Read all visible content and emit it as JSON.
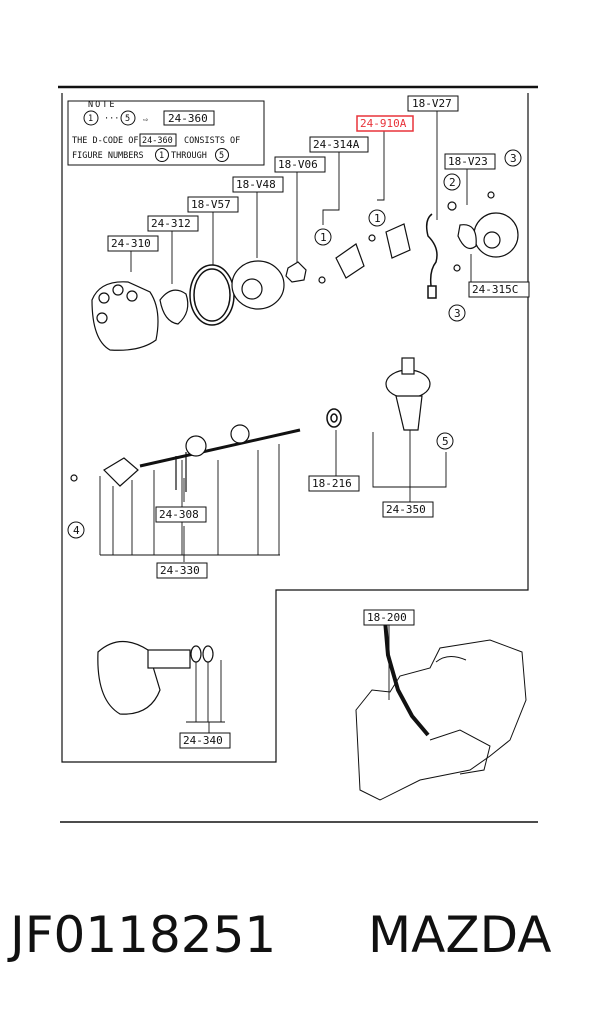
{
  "note": {
    "title": "NOTE",
    "range_start": "1",
    "range_end": "5",
    "arrow": "⇨",
    "ref_code": "24-360",
    "line1_prefix": "THE D-CODE OF",
    "line1_code": "24-360",
    "line1_suffix": "CONSISTS OF",
    "line2_prefix": "FIGURE NUMBERS",
    "line2_start": "1",
    "line2_mid": "THROUGH",
    "line2_end": "5"
  },
  "codes": {
    "c_18v27": "18-V27",
    "c_24910a": "24-910A",
    "c_24314a": "24-314A",
    "c_18v06": "18-V06",
    "c_18v48": "18-V48",
    "c_18v57": "18-V57",
    "c_24312": "24-312",
    "c_24310": "24-310",
    "c_18v23": "18-V23",
    "c_24315c": "24-315C",
    "c_18216": "18-216",
    "c_24350": "24-350",
    "c_24308": "24-308",
    "c_24330": "24-330",
    "c_18200": "18-200",
    "c_24340": "24-340"
  },
  "callouts": {
    "n1a": "1",
    "n1b": "1",
    "n2": "2",
    "n3a": "3",
    "n3b": "3",
    "n4": "4",
    "n5": "5"
  },
  "highlight_color": "#e8333a",
  "footer": {
    "part_number": "JF0118251",
    "brand": "MAZDA"
  }
}
